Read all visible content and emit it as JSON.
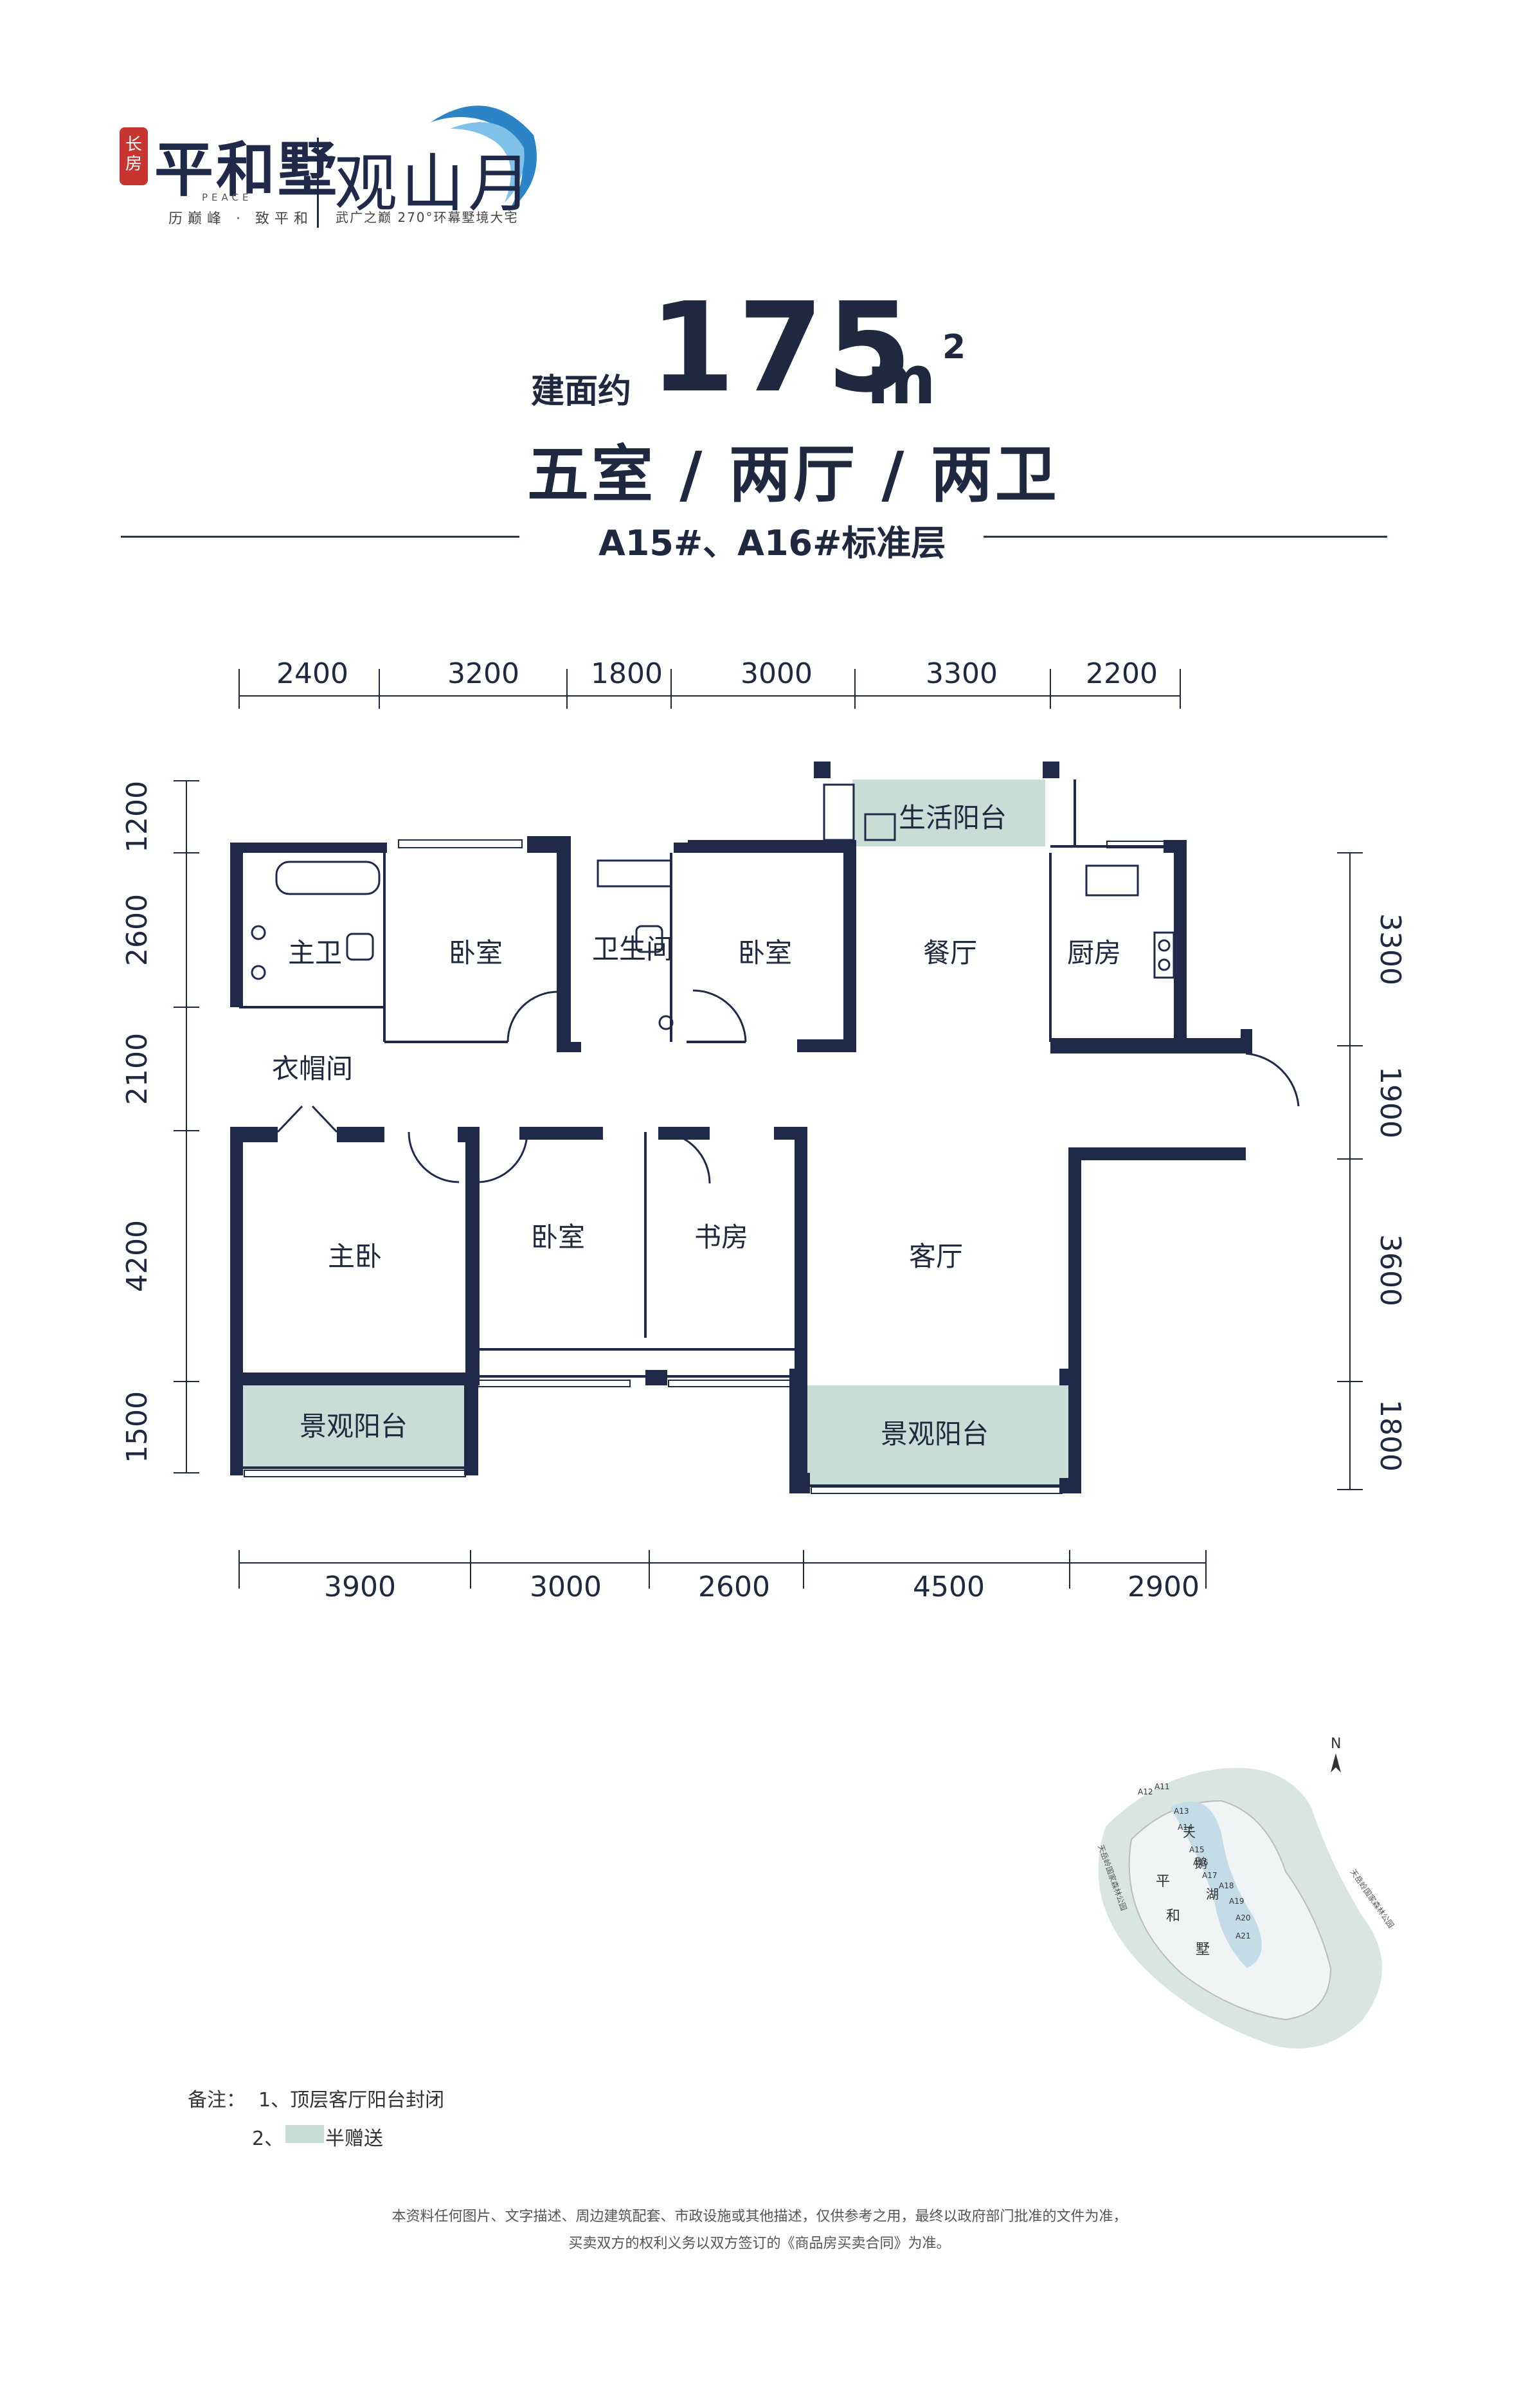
{
  "brand": {
    "seal": "长房",
    "name": "平和墅",
    "name_en": "PEACE",
    "slogan": "历巅峰 · 致平和",
    "project": "观山月",
    "project_tagline": "武广之巅 270°环幕墅境大宅"
  },
  "title": {
    "area_prefix": "建面约",
    "area_value": "175",
    "area_unit": "m",
    "area_unit_sup": "2",
    "layout": "五室 / 两厅 / 两卫",
    "floor": "A15#、A16#标准层"
  },
  "dimensions": {
    "top": [
      "2400",
      "3200",
      "1800",
      "3000",
      "3300",
      "2200"
    ],
    "bottom": [
      "3900",
      "3000",
      "2600",
      "4500",
      "2900"
    ],
    "left": [
      "1200",
      "2600",
      "2100",
      "4200",
      "1500"
    ],
    "right": [
      "3300",
      "1900",
      "3600",
      "1800"
    ]
  },
  "rooms": {
    "master_bath": "主卫",
    "bedroom_1": "卧室",
    "bathroom": "卫生间",
    "bedroom_2": "卧室",
    "dining": "餐厅",
    "kitchen": "厨房",
    "utility_balcony": "生活阳台",
    "closet": "衣帽间",
    "master_bedroom": "主卧",
    "bedroom_3": "卧室",
    "study": "书房",
    "living": "客厅",
    "balcony_left": "景观阳台",
    "balcony_right": "景观阳台"
  },
  "sitemap": {
    "north": "N",
    "buildings": [
      "A11",
      "A12",
      "A13",
      "A14",
      "A15",
      "A16",
      "A17",
      "A18",
      "A19",
      "A20",
      "A21"
    ],
    "lake": [
      "天",
      "鹅",
      "湖"
    ],
    "estate": [
      "平",
      "和",
      "墅"
    ],
    "park_left": "天岳岭国家森林公园",
    "park_right": "天岳岭国家森林公园"
  },
  "notes": {
    "label": "备注：",
    "item_1": "1、顶层客厅阳台封闭",
    "item_2_num": "2、",
    "item_2_text": "半赠送",
    "half_gift_color": "#c9ddd7"
  },
  "disclaimer": {
    "line_1": "本资料任何图片、文字描述、周边建筑配套、市政设施或其他描述，仅供参考之用，最终以政府部门批准的文件为准，",
    "line_2": "买卖双方的权利义务以双方签订的《商品房买卖合同》为准。"
  },
  "colors": {
    "wall": "#1f2a4a",
    "balcony_fill": "#c9ddd7",
    "text": "#1e2940"
  }
}
